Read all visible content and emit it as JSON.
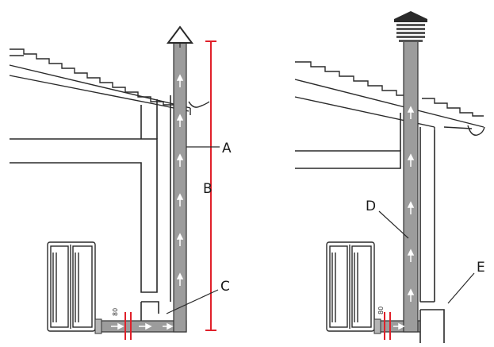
{
  "diagram": {
    "labels": {
      "a": "A",
      "b": "B",
      "c": "C",
      "d": "D",
      "e": "E"
    },
    "dimension_marks": {
      "left": "80",
      "right": "80"
    },
    "colors": {
      "pipe_fill": "#9c9c9c",
      "pipe_stroke": "#333333",
      "measure_red": "#e0202a",
      "outline": "#2a2a2a",
      "arrow": "#ffffff"
    },
    "icons": {
      "left_terminal": "cone-cap-icon",
      "right_terminal": "cowl-cap-icon",
      "unit": "heater-unit-icon",
      "gutter": "gutter-icon"
    }
  }
}
